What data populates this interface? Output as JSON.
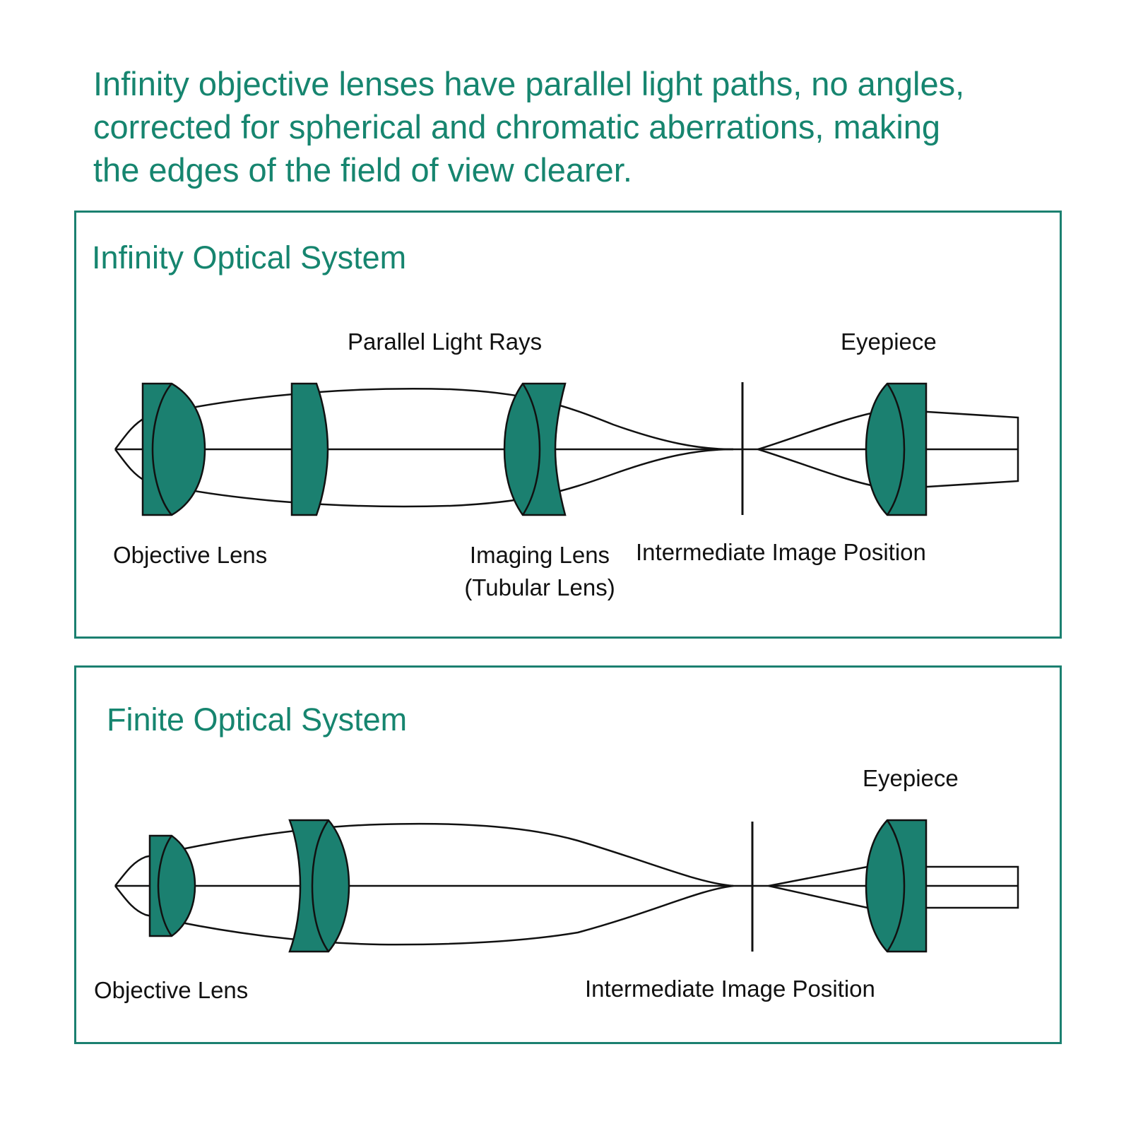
{
  "intro": {
    "lines": [
      "Infinity objective lenses have parallel light paths, no angles,",
      "corrected for spherical and chromatic aberrations, making",
      "the edges of the field of view clearer."
    ]
  },
  "infinity_system": {
    "title": "Infinity Optical System",
    "labels": {
      "parallel_rays": "Parallel Light Rays",
      "eyepiece": "Eyepiece",
      "objective_lens": "Objective Lens",
      "imaging_lens_line1": "Imaging Lens",
      "imaging_lens_line2": "(Tubular Lens)",
      "intermediate_image": "Intermediate Image Position"
    }
  },
  "finite_system": {
    "title": "Finite Optical System",
    "labels": {
      "eyepiece": "Eyepiece",
      "objective_lens": "Objective Lens",
      "intermediate_image": "Intermediate Image Position"
    }
  },
  "colors": {
    "accent": "#16856f",
    "lens": "#1b8070",
    "line": "#111111"
  }
}
